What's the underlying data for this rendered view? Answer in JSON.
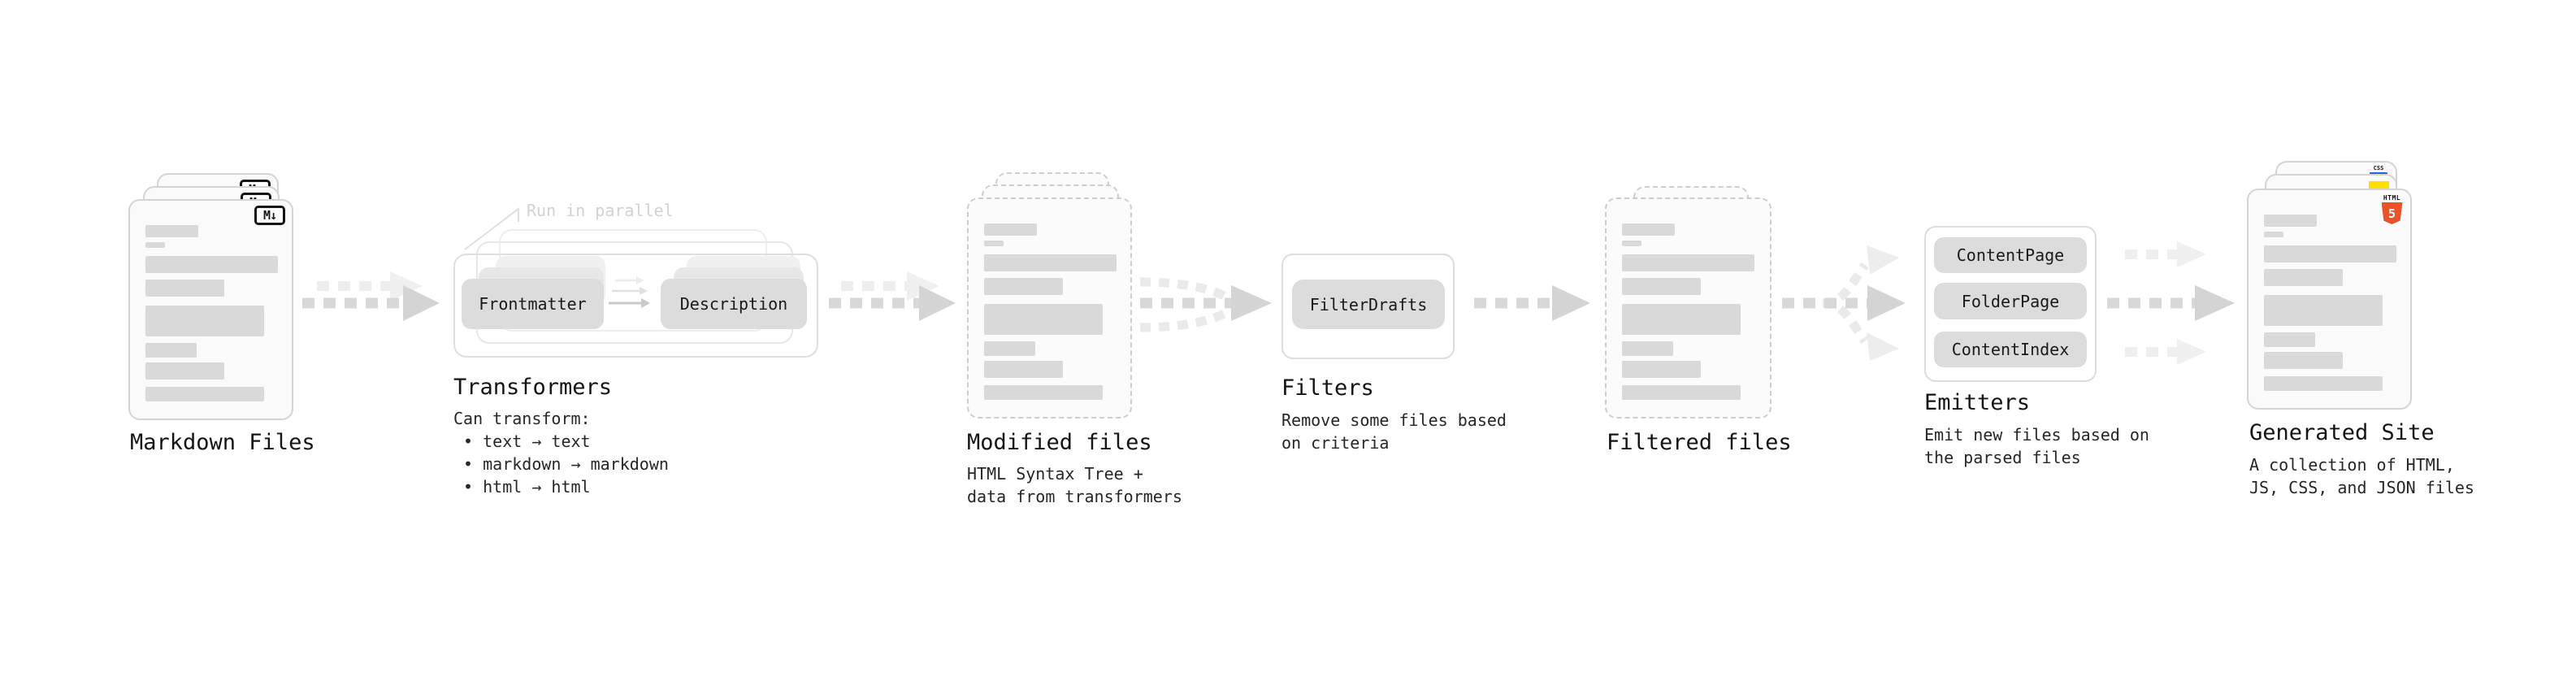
{
  "markdown": {
    "label": "Markdown Files",
    "badge": "M↓"
  },
  "transformers": {
    "title": "Transformers",
    "run_label": "Run in parallel",
    "pills": {
      "frontmatter": "Frontmatter",
      "description": "Description"
    },
    "note": "Can transform:\n • text → text\n • markdown → markdown\n • html → html"
  },
  "modified": {
    "label": "Modified files",
    "note": "HTML Syntax Tree +\ndata from transformers"
  },
  "filters": {
    "title": "Filters",
    "pill": "FilterDrafts",
    "note": "Remove some files based\non criteria"
  },
  "filtered": {
    "label": "Filtered files"
  },
  "emitters": {
    "title": "Emitters",
    "pills": [
      "ContentPage",
      "FolderPage",
      "ContentIndex"
    ],
    "note": "Emit new files based on\nthe parsed files"
  },
  "generated": {
    "label": "Generated Site",
    "badges": {
      "css": "CSS",
      "html_label": "HTML",
      "html_number": "5"
    },
    "note": "A collection of HTML,\nJS, CSS, and JSON files"
  },
  "colors": {
    "arrow_gray": "#d4d4d4",
    "arrow_faint": "#efefef",
    "card_bg": "#fafafa",
    "card_border": "#d4d4d4",
    "dashed_border": "#cdcdcd",
    "placeholder_bar": "#d9d9d9",
    "pill_bg": "#dcdcdc",
    "run_label_gray": "#d2d2d2",
    "html5_orange": "#e9532c",
    "js_yellow": "#ffdf00",
    "css_blue": "#2563eb"
  }
}
